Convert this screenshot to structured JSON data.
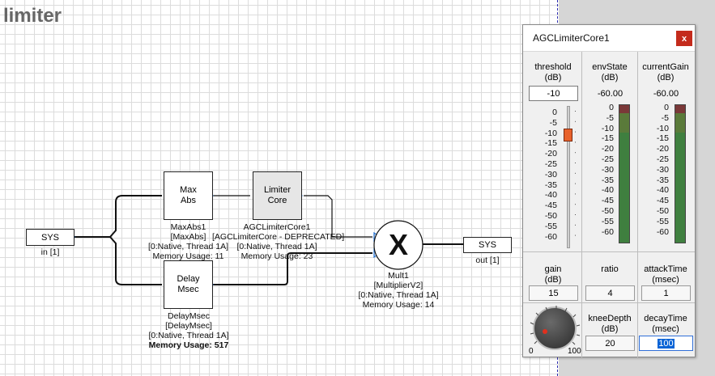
{
  "page_title": "limiter",
  "blocks": {
    "maxabs": {
      "label": "Max\nAbs",
      "caption": [
        "MaxAbs1",
        "[MaxAbs]",
        "[0:Native, Thread 1A]",
        "Memory Usage: 11"
      ]
    },
    "limiter": {
      "label": "Limiter\nCore",
      "caption": [
        "AGCLimiterCore1",
        "[AGCLimiterCore - DEPRECATED]",
        "[0:Native, Thread 1A]",
        "Memory Usage: 23"
      ]
    },
    "delay": {
      "label": "Delay\nMsec",
      "caption": [
        "DelayMsec",
        "[DelayMsec]",
        "[0:Native, Thread 1A]",
        "Memory Usage: 517"
      ]
    },
    "mult": {
      "symbol": "X",
      "caption": [
        "Mult1",
        "[MultiplierV2]",
        "[0:Native, Thread 1A]",
        "Memory Usage: 14"
      ]
    },
    "sys_in": {
      "label": "SYS",
      "caption": "in [1]"
    },
    "sys_out": {
      "label": "SYS",
      "caption": "out [1]"
    }
  },
  "dialog": {
    "title": "AGCLimiterCore1",
    "close_label": "x",
    "threshold": {
      "name": "threshold",
      "unit": "(dB)",
      "value": "-10"
    },
    "envState": {
      "name": "envState",
      "unit": "(dB)",
      "value": "-60.00"
    },
    "currentGain": {
      "name": "currentGain",
      "unit": "(dB)",
      "value": "-60.00"
    },
    "scale_slider": [
      "0",
      "-5",
      "-10",
      "-15",
      "-20",
      "-25",
      "-30",
      "-35",
      "-40",
      "-45",
      "-50",
      "-55",
      "-60"
    ],
    "scale_meter": [
      "0",
      "-5",
      "-10",
      "-15",
      "-20",
      "-25",
      "-30",
      "-35",
      "-40",
      "-45",
      "-50",
      "-55",
      "-60"
    ],
    "gain": {
      "name": "gain",
      "unit": "(dB)",
      "value": "15"
    },
    "ratio": {
      "name": "ratio",
      "value": "4"
    },
    "attackTime": {
      "name": "attackTime",
      "unit": "(msec)",
      "value": "1"
    },
    "kneeDepth": {
      "name": "kneeDepth",
      "unit": "(dB)",
      "value": "20"
    },
    "decayTime": {
      "name": "decayTime",
      "unit": "(msec)",
      "value": "100"
    },
    "knob_min": "0",
    "knob_max": "100"
  },
  "colors": {
    "accent_slider": "#e8622c",
    "meter_green": "#3f7f3f",
    "close_red": "#c42b1c",
    "port_blue": "#1f6fd1"
  }
}
